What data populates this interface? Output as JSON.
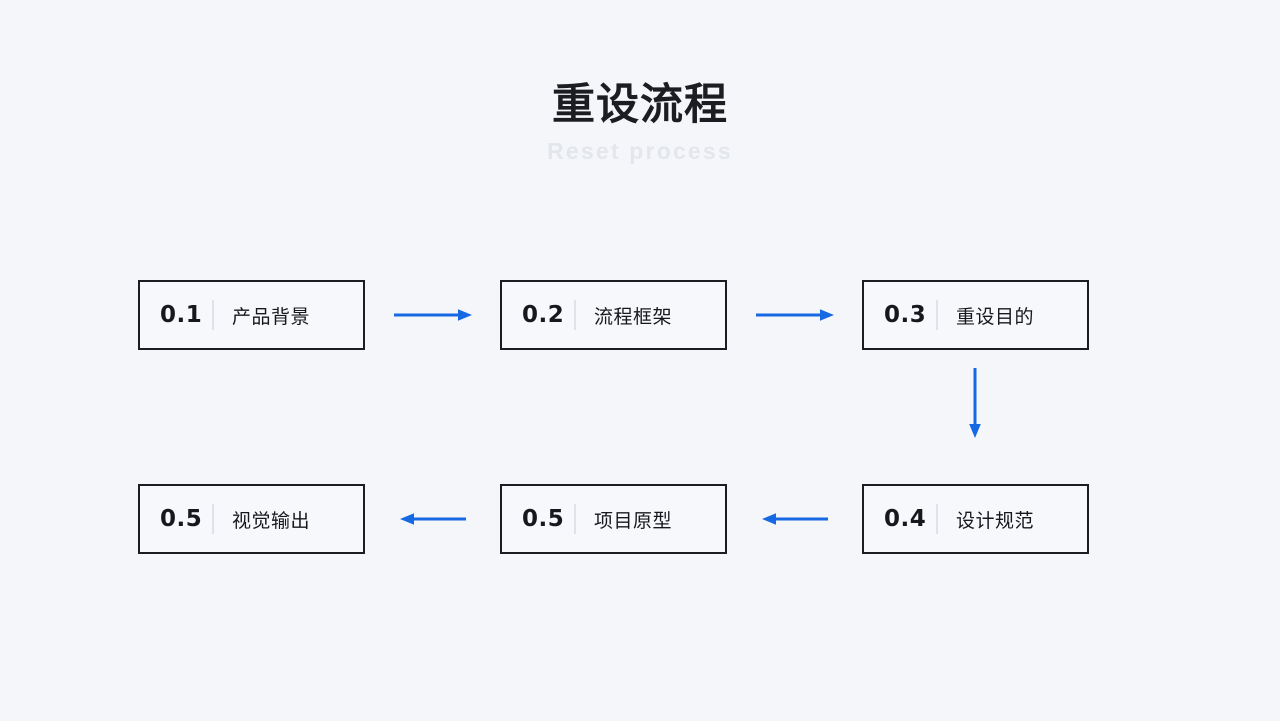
{
  "page": {
    "background_color": "#f5f6fa",
    "accent_color": "#1668e3",
    "border_color": "#1b1d23"
  },
  "header": {
    "title": "重设流程",
    "subtitle": "Reset process"
  },
  "flow": {
    "top_row": [
      {
        "number": "0.1",
        "label": "产品背景"
      },
      {
        "number": "0.2",
        "label": "流程框架"
      },
      {
        "number": "0.3",
        "label": "重设目的"
      }
    ],
    "bottom_row": [
      {
        "number": "0.5",
        "label": "视觉输出"
      },
      {
        "number": "0.5",
        "label": "项目原型"
      },
      {
        "number": "0.4",
        "label": "设计规范"
      }
    ],
    "connectors": [
      {
        "name": "arrow-right-1-2",
        "direction": "right"
      },
      {
        "name": "arrow-right-2-3",
        "direction": "right"
      },
      {
        "name": "arrow-down-3-4",
        "direction": "down"
      },
      {
        "name": "arrow-left-4-5",
        "direction": "left"
      },
      {
        "name": "arrow-left-5-6",
        "direction": "left"
      }
    ]
  }
}
